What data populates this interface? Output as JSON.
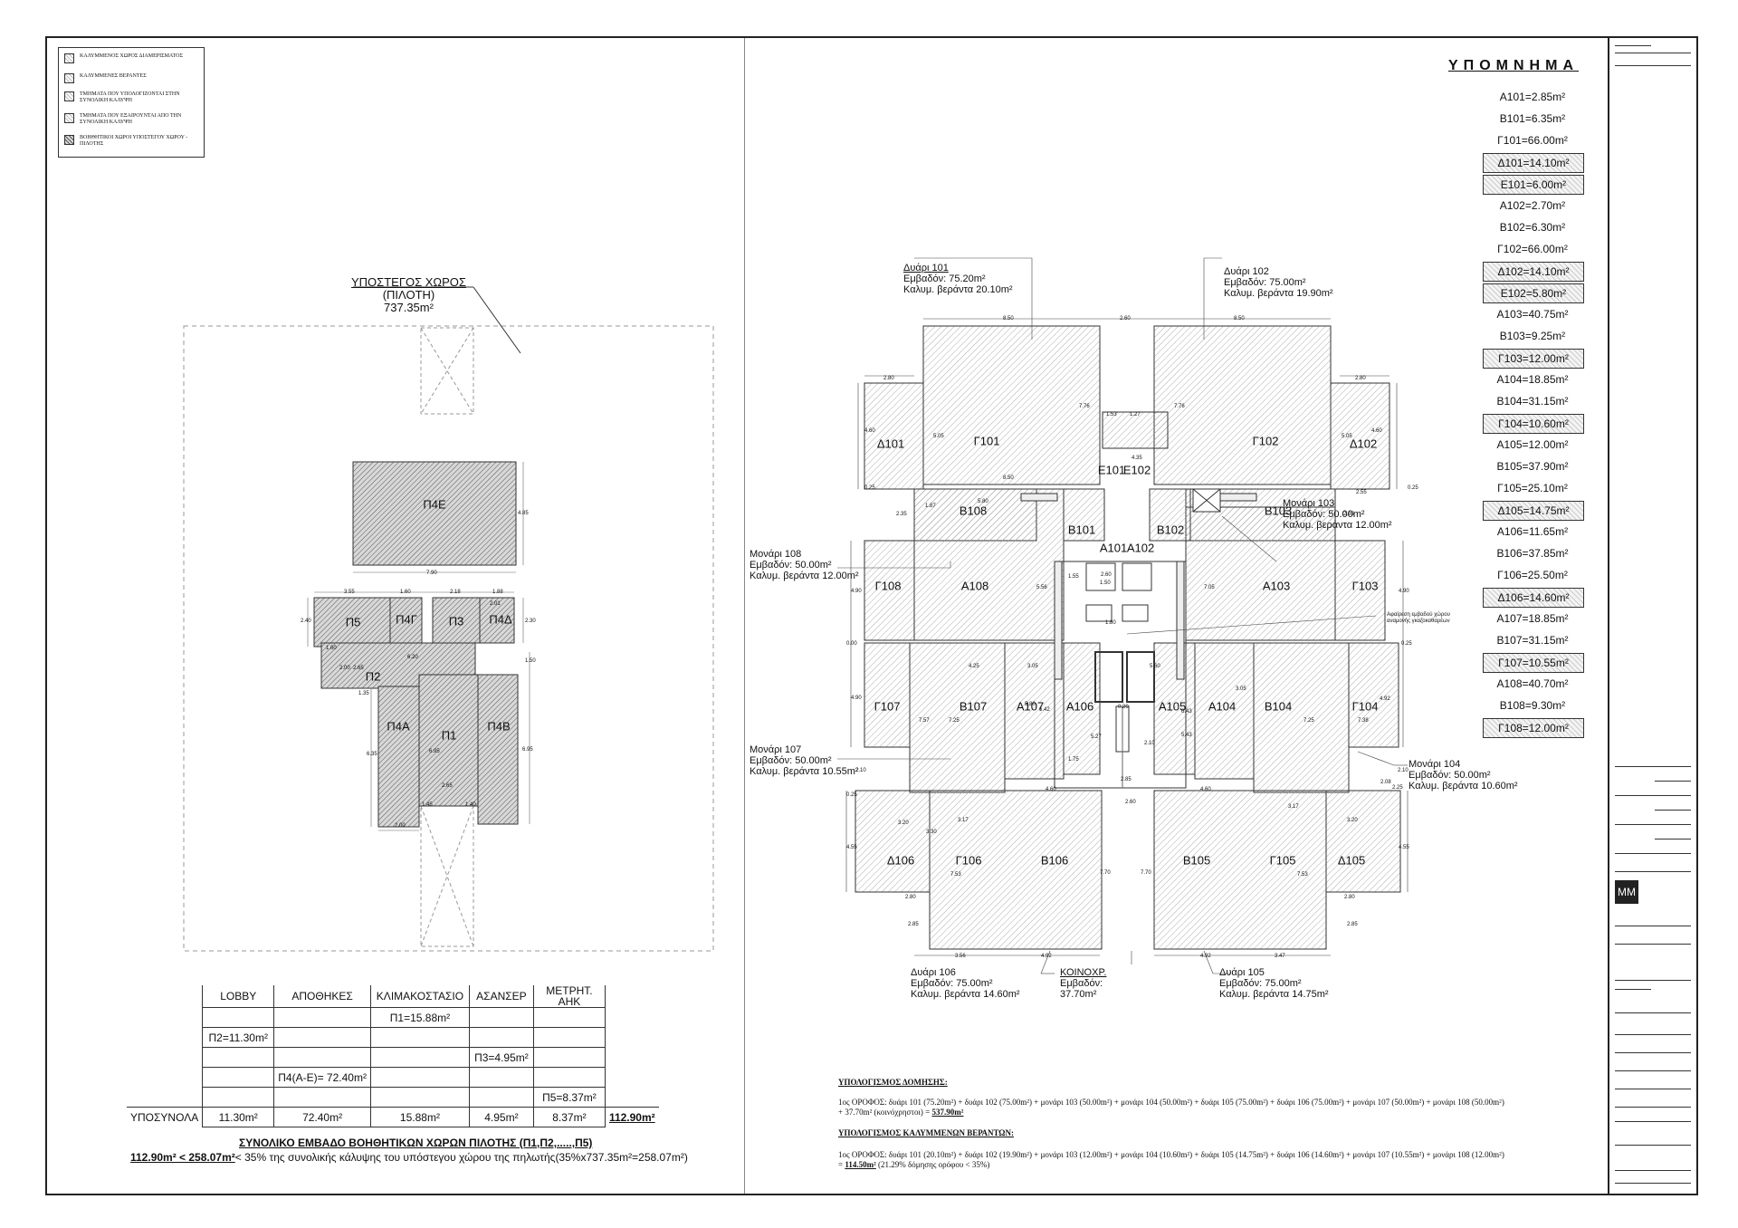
{
  "key_legend": [
    "ΚΑΛΥΜΜΕΝΟΣ ΧΩΡΟΣ ΔΙΑΜΕΡΙΣΜΑΤΟΣ",
    "ΚΑΛΥΜΜΕΝΕΣ ΒΕΡΑΝΤΕΣ",
    "ΤΜΗΜΑΤΑ ΠΟΥ ΥΠΟΛΟΓΙΖΟΝΤΑΙ ΣΤΗΝ ΣΥΝΟΛΙΚΗ ΚΑΛΥΨΗ",
    "ΤΜΗΜΑΤΑ ΠΟΥ ΕΞΑΙΡΟΥΝΤΑΙ ΑΠΟ ΤΗΝ ΣΥΝΟΛΙΚΗ ΚΑΛΥΨΗ",
    "ΒΟΗΘΗΤΙΚΟΙ ΧΩΡΟΙ ΥΠΟΣΤΕΓΟΥ ΧΩΡΟΥ - ΠΙΛΟΤΗΣ"
  ],
  "pilotis": {
    "title_line1": "ΥΠΟΣΤΕΓΟΣ ΧΩΡΟΣ",
    "title_line2": "(ΠΙΛΟΤΗ)",
    "area": "737.35m²",
    "rooms": [
      "Π4Ε",
      "Π5",
      "Π4Γ",
      "Π3",
      "Π4Δ",
      "Π2",
      "Π4Α",
      "Π1",
      "Π4Β"
    ],
    "dims": [
      "4.85",
      "7.90",
      "3.55",
      "1.60",
      "2.18",
      "1.88",
      "2.40",
      "2.30",
      "1.60",
      "2.01",
      "6.20",
      "2.00",
      "2.65",
      "1.50",
      "1.35",
      "6.35",
      "6.95",
      "6.95",
      "2.65",
      "1.45",
      "1.40",
      "2.00"
    ]
  },
  "aux_table": {
    "headers": [
      "LOBBY",
      "ΑΠΟΘΗΚΕΣ",
      "ΚΛΙΜΑΚΟΣΤΑΣΙΟ",
      "ΑΣΑΝΣΕΡ",
      "ΜΕΤΡΗΤ. ΑΗΚ"
    ],
    "rows": [
      [
        "",
        "",
        "Π1=15.88m²",
        "",
        ""
      ],
      [
        "Π2=11.30m²",
        "",
        "",
        "",
        ""
      ],
      [
        "",
        "",
        "",
        "Π3=4.95m²",
        ""
      ],
      [
        "",
        "Π4(Α-Ε)= 72.40m²",
        "",
        "",
        ""
      ],
      [
        "",
        "",
        "",
        "",
        "Π5=8.37m²"
      ]
    ],
    "subtotal_label": "ΥΠΟΣΥΝΟΛΑ",
    "subtotals": [
      "11.30m²",
      "72.40m²",
      "15.88m²",
      "4.95m²",
      "8.37m²"
    ],
    "grand_total": "112.90m²"
  },
  "total_title": "ΣΥΝΟΛΙΚΟ ΕΜΒΑΔΟ ΒΟΗΘΗΤΙΚΩΝ ΧΩΡΩΝ ΠΙΛΟΤΗΣ (Π1,Π2,.....,Π5)",
  "total_note_bold": "112.90m² < 258.07m²",
  "total_note_rest": "< 35% της συνολικής κάλυψης του υπόστεγου χώρου της πηλωτής(35%x737.35m²=258.07m²)",
  "legend": {
    "title": "ΥΠΟΜΝΗΜΑ",
    "items": [
      {
        "text": "Α101=2.85m²",
        "boxed": false
      },
      {
        "text": "Β101=6.35m²",
        "boxed": false
      },
      {
        "text": "Γ101=66.00m²",
        "boxed": false
      },
      {
        "text": "Δ101=14.10m²",
        "boxed": true
      },
      {
        "text": "Ε101=6.00m²",
        "boxed": true
      },
      {
        "text": "Α102=2.70m²",
        "boxed": false
      },
      {
        "text": "Β102=6.30m²",
        "boxed": false
      },
      {
        "text": "Γ102=66.00m²",
        "boxed": false
      },
      {
        "text": "Δ102=14.10m²",
        "boxed": true
      },
      {
        "text": "Ε102=5.80m²",
        "boxed": true
      },
      {
        "text": "Α103=40.75m²",
        "boxed": false
      },
      {
        "text": "Β103=9.25m²",
        "boxed": false
      },
      {
        "text": "Γ103=12.00m²",
        "boxed": true
      },
      {
        "text": "Α104=18.85m²",
        "boxed": false
      },
      {
        "text": "Β104=31.15m²",
        "boxed": false
      },
      {
        "text": "Γ104=10.60m²",
        "boxed": true
      },
      {
        "text": "Α105=12.00m²",
        "boxed": false
      },
      {
        "text": "Β105=37.90m²",
        "boxed": false
      },
      {
        "text": "Γ105=25.10m²",
        "boxed": false
      },
      {
        "text": "Δ105=14.75m²",
        "boxed": true
      },
      {
        "text": "Α106=11.65m²",
        "boxed": false
      },
      {
        "text": "Β106=37.85m²",
        "boxed": false
      },
      {
        "text": "Γ106=25.50m²",
        "boxed": false
      },
      {
        "text": "Δ106=14.60m²",
        "boxed": true
      },
      {
        "text": "Α107=18.85m²",
        "boxed": false
      },
      {
        "text": "Β107=31.15m²",
        "boxed": false
      },
      {
        "text": "Γ107=10.55m²",
        "boxed": true
      },
      {
        "text": "Α108=40.70m²",
        "boxed": false
      },
      {
        "text": "Β108=9.30m²",
        "boxed": false
      },
      {
        "text": "Γ108=12.00m²",
        "boxed": true
      }
    ]
  },
  "units": {
    "u101": {
      "name": "Δυάρι 101",
      "area": "Εμβαδόν: 75.20m²",
      "veranda": "Καλυμ. βεράντα 20.10m²"
    },
    "u102": {
      "name": "Δυάρι 102",
      "area": "Εμβαδόν: 75.00m²",
      "veranda": "Καλυμ. βεράντα 19.90m²"
    },
    "u103": {
      "name": "Μονάρι 103",
      "area": "Εμβαδόν: 50.00m²",
      "veranda": "Καλυμ. βεράντα 12.00m²"
    },
    "u104": {
      "name": "Μονάρι 104",
      "area": "Εμβαδόν: 50.00m²",
      "veranda": "Καλυμ. βεράντα 10.60m²"
    },
    "u105": {
      "name": "Δυάρι 105",
      "area": "Εμβαδόν: 75.00m²",
      "veranda": "Καλυμ. βεράντα 14.75m²"
    },
    "u106": {
      "name": "Δυάρι 106",
      "area": "Εμβαδόν: 75.00m²",
      "veranda": "Καλυμ. βεράντα 14.60m²"
    },
    "u107": {
      "name": "Μονάρι 107",
      "area": "Εμβαδόν: 50.00m²",
      "veranda": "Καλυμ. βεράντα 10.55m²"
    },
    "u108": {
      "name": "Μονάρι 108",
      "area": "Εμβαδόν: 50.00m²",
      "veranda": "Καλυμ. βεράντα 12.00m²"
    },
    "common": {
      "name": "ΚΟΙΝΟΧΡ.",
      "area_label": "Εμβαδόν:",
      "area": "37.70m²"
    }
  },
  "floor_rooms": [
    "Γ101",
    "Δ101",
    "Γ102",
    "Δ102",
    "Ε101",
    "Ε102",
    "Β108",
    "Β101",
    "Α101",
    "Α102",
    "Β102",
    "Β103",
    "Γ108",
    "Α108",
    "Α103",
    "Γ103",
    "Γ107",
    "Β107",
    "Α107",
    "Α106",
    "Α105",
    "Α104",
    "Β104",
    "Γ104",
    "Δ106",
    "Γ106",
    "Β106",
    "Β105",
    "Γ105",
    "Δ105"
  ],
  "floor_dims": [
    "8.50",
    "2.60",
    "8.50",
    "2.80",
    "2.80",
    "4.60",
    "5.05",
    "7.76",
    "1.53",
    "1.27",
    "4.35",
    "7.76",
    "5.05",
    "4.60",
    "0.25",
    "8.50",
    "0.25",
    "2.35",
    "1.87",
    "5.80",
    "2.55",
    "2.35",
    "4.90",
    "5.56",
    "7.05",
    "4.90",
    "0.00",
    "0.25",
    "4.90",
    "7.57",
    "7.25",
    "5.80",
    "6.42",
    "4.25",
    "3.05",
    "6.43",
    "3.05",
    "7.25",
    "7.38",
    "4.92",
    "2.10",
    "2.10",
    "2.08",
    "0.25",
    "2.25",
    "4.60",
    "2.60",
    "4.60",
    "3.20",
    "3.30",
    "3.17",
    "3.17",
    "3.20",
    "4.55",
    "7.53",
    "7.70",
    "7.70",
    "7.53",
    "4.55",
    "2.80",
    "2.80",
    "2.85",
    "2.85",
    "3.56",
    "4.92",
    "4.92",
    "3.47",
    "5.27",
    "1.75",
    "2.10",
    "0.20",
    "2.85",
    "1.50",
    "1.80",
    "1.55",
    "2.60",
    "5.43",
    "5.60"
  ],
  "stair_note_line1": "Αφαίρεση εμβαδού χώρου",
  "stair_note_line2": "αναμονής γκαζοκαθαρέων",
  "calc_build": {
    "heading": "ΥΠΟΛΟΓΙΣΜΟΣ ΔΟΜΗΣΗΣ:",
    "text": "1ος ΟΡΟΦΟΣ:  δυάρι 101 (75.20m²) + δυάρι 102 (75.00m²)  + μονάρι 103 (50.00m²) + μονάρι 104 (50.00m²) + δυάρι 105 (75.00m²) + δυάρι 106 (75.00m²) + μονάρι 107 (50.00m²) + μονάρι 108 (50.00m²) + 37.70m² (κοινόχρηστοι) = ",
    "result": "537.90m²"
  },
  "calc_veranda": {
    "heading": "ΥΠΟΛΟΓΙΣΜΟΣ ΚΑΛΥΜΜΕΝΩΝ ΒΕΡΑΝΤΩΝ:",
    "text": "1ος ΟΡΟΦΟΣ:  δυάρι 101 (20.10m²) + δυάρι 102 (19.90m²) + μονάρι 103 (12.00m²) + μονάρι 104 (10.60m²) + δυάρι 105 (14.75m²) + δυάρι 106 (14.60m²) + μονάρι 107 (10.55m²) + μονάρι 108 (12.00m²) = ",
    "result": "114.50m²",
    "suffix": " (21.29% δόμησης ορόφου < 35%)"
  },
  "logo_text": "MM",
  "colors": {
    "line": "#222222",
    "hatch": "#999999",
    "dark_hatch": "#555555"
  }
}
